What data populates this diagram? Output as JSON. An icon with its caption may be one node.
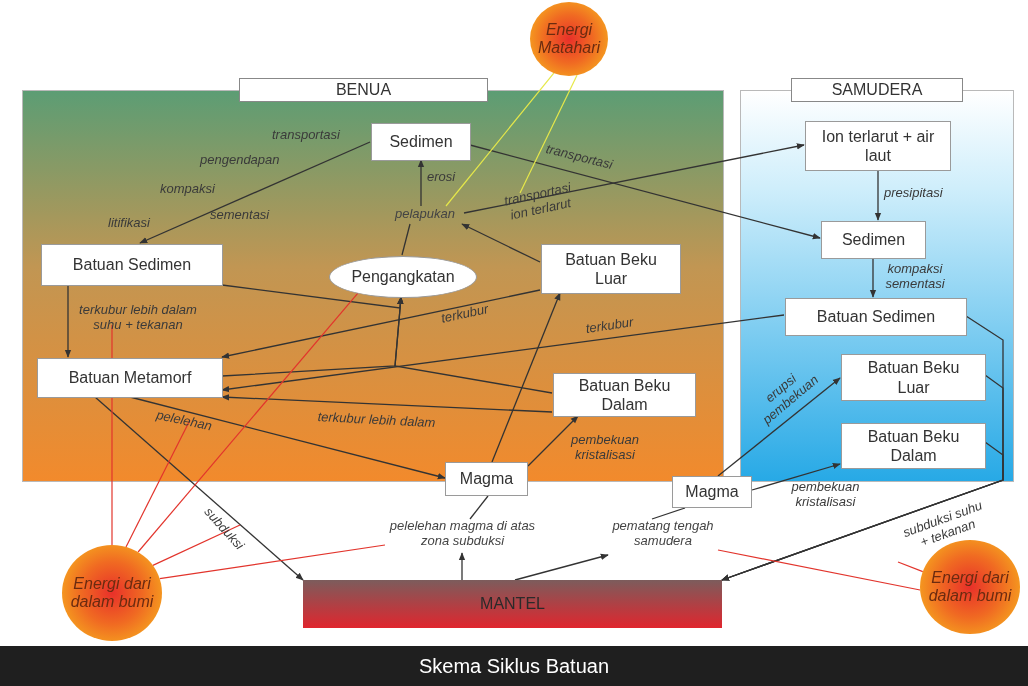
{
  "diagram": {
    "caption": "Skema Siklus Batuan",
    "nodes": [
      {
        "text": [
          "BENUA"
        ]
      },
      {
        "text": [
          "SAMUDERA"
        ]
      },
      {
        "text": [
          "Sedimen"
        ],
        "in": 0
      },
      {
        "text": [
          "Batuan Sedimen"
        ],
        "in": 0
      },
      {
        "text": [
          "Pengangkatan"
        ],
        "in": 0
      },
      {
        "text": [
          "Batuan Beku Luar"
        ],
        "in": 0
      },
      {
        "text": [
          "Batuan Metamorf"
        ],
        "in": 0
      },
      {
        "text": [
          "Batuan Beku Dalam"
        ],
        "in": 0
      },
      {
        "text": [
          "Magma"
        ]
      },
      {
        "text": [
          "Ion terlarut + air laut"
        ],
        "in": 1
      },
      {
        "text": [
          "Sedimen"
        ],
        "in": 1
      },
      {
        "text": [
          "Batuan Sedimen"
        ],
        "in": 1
      },
      {
        "text": [
          "Batuan Beku Luar"
        ],
        "in": 1
      },
      {
        "text": [
          "Batuan Beku Dalam"
        ],
        "in": 1
      },
      {
        "text": [
          "Magma"
        ]
      },
      {
        "text": [
          "MANTEL"
        ]
      },
      {
        "text": [
          "Energi Matahari"
        ]
      },
      {
        "text": [
          "Energi dari dalam bumi"
        ]
      },
      {
        "text": [
          "Energi dari dalam bumi"
        ]
      },
      {
        "text": [
          "pelapukan"
        ],
        "in": 0
      },
      {
        "text": [
          "pelelehan magma di atas zona subduksi"
        ]
      },
      {
        "text": [
          "pematang tengah samudera"
        ]
      }
    ],
    "edges": [
      {
        "from": 2,
        "to": 3,
        "arrow": "to"
      },
      {
        "from": 19,
        "to": 2,
        "arrow": "to",
        "label": "erosi"
      },
      {
        "from": 4,
        "to": 19,
        "arrow": "none"
      },
      {
        "from": 5,
        "to": 19,
        "arrow": "to"
      },
      {
        "from": 19,
        "to": 9,
        "arrow": "to",
        "label": "transportasi ion terlarut"
      },
      {
        "from": 2,
        "to": 10,
        "arrow": "to",
        "label": "transportasi"
      },
      {
        "from": 9,
        "to": 10,
        "arrow": "to",
        "label": "presipitasi"
      },
      {
        "from": 10,
        "to": 11,
        "arrow": "to",
        "label": "kompaksi sementasi"
      },
      {
        "from": 3,
        "to": 6,
        "arrow": "to",
        "label": "terkubur lebih dalam suhu + tekanan"
      },
      {
        "from": 3,
        "to": 4,
        "arrow": "to"
      },
      {
        "from": 6,
        "to": 4,
        "arrow": "to"
      },
      {
        "from": 7,
        "to": 4,
        "arrow": "to"
      },
      {
        "from": 5,
        "to": 6,
        "arrow": "to",
        "label": "terkubur"
      },
      {
        "from": 11,
        "to": 6,
        "arrow": "to",
        "label": "terkubur"
      },
      {
        "from": 7,
        "to": 6,
        "arrow": "to",
        "label": "terkubur lebih dalam"
      },
      {
        "from": 6,
        "to": 8,
        "arrow": "to",
        "label": "pelelehan"
      },
      {
        "from": 6,
        "to": 15,
        "arrow": "to",
        "label": "subduksi"
      },
      {
        "from": 8,
        "to": 5,
        "arrow": "to"
      },
      {
        "from": 8,
        "to": 7,
        "arrow": "to",
        "label": "pembekuan kristalisasi"
      },
      {
        "from": 15,
        "to": 20,
        "arrow": "to"
      },
      {
        "from": 20,
        "to": 8,
        "arrow": "none"
      },
      {
        "from": 15,
        "to": 21,
        "arrow": "to"
      },
      {
        "from": 21,
        "to": 14,
        "arrow": "none"
      },
      {
        "from": 14,
        "to": 12,
        "arrow": "to",
        "label": "erupsi pembekuan"
      },
      {
        "from": 14,
        "to": 13,
        "arrow": "to",
        "label": "pembekuan kristalisasi"
      },
      {
        "from": 11,
        "to": 15,
        "arrow": "to",
        "label": "subduksi suhu + tekanan"
      },
      {
        "from": 12,
        "to": 15,
        "arrow": "to"
      },
      {
        "from": 13,
        "to": 15,
        "arrow": "to"
      },
      {
        "from": 16,
        "to": 19,
        "arrow": "none",
        "color": "#e6e84a"
      },
      {
        "from": 16,
        "to": null,
        "arrow": "none",
        "color": "#e6e84a"
      },
      {
        "from": 17,
        "to": null,
        "arrow": "none",
        "color": "#e2342c"
      },
      {
        "from": 17,
        "to": null,
        "arrow": "none",
        "color": "#e2342c"
      },
      {
        "from": 17,
        "to": 4,
        "arrow": "none",
        "color": "#e2342c"
      },
      {
        "from": 17,
        "to": null,
        "arrow": "none",
        "color": "#e2342c"
      },
      {
        "from": 17,
        "to": 20,
        "arrow": "none",
        "color": "#e2342c"
      },
      {
        "from": 18,
        "to": 21,
        "arrow": "none",
        "color": "#e2342c"
      },
      {
        "from": 18,
        "to": null,
        "arrow": "none",
        "color": "#e2342c"
      }
    ],
    "labels": [
      "transportasi",
      "pengendapan",
      "kompaksi",
      "litifikasi",
      "sementasi"
    ]
  }
}
